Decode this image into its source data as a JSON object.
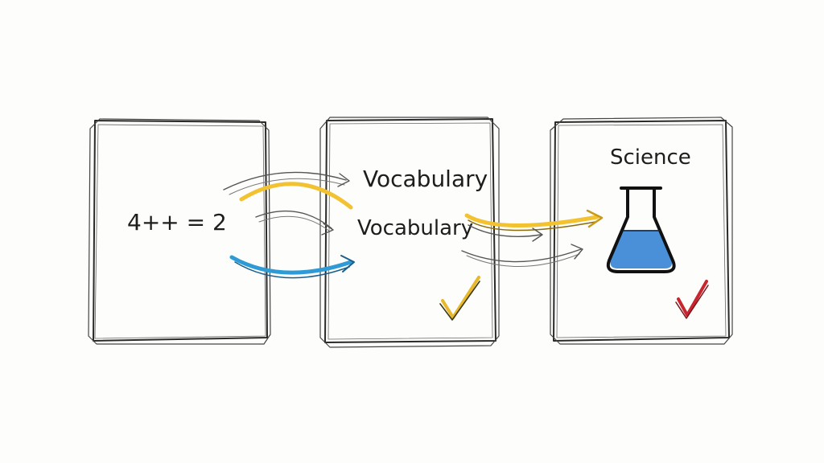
{
  "panels": [
    {
      "id": "math",
      "labels": [
        "4++ = 2"
      ]
    },
    {
      "id": "language",
      "labels": [
        "Vocabulary",
        "Vocabulary"
      ],
      "check_color": "#e8b82a"
    },
    {
      "id": "science",
      "labels": [
        "Science"
      ],
      "check_color": "#c8262e",
      "liquid_color": "#4a90d9"
    }
  ],
  "colors": {
    "frame": "#2a2a2a",
    "arrow_gray": "#555555",
    "arrow_yellow": "#f2c230",
    "arrow_blue": "#2e9bd6",
    "paper": "#fdfdfc"
  },
  "icons": [
    "flask-icon",
    "checkmark-icon",
    "arrow-icon"
  ]
}
